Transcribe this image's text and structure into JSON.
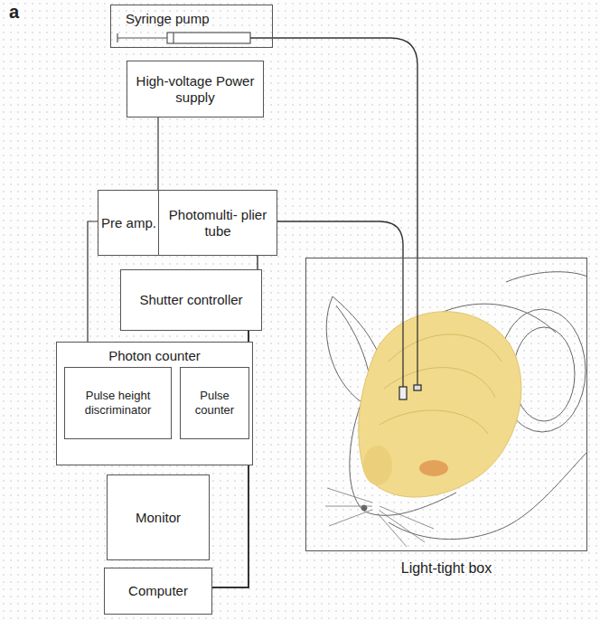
{
  "diagram": {
    "nodes": [
      {
        "text": [
          "Syringe pump"
        ]
      },
      {
        "text": [
          "High-voltage Power supply"
        ]
      },
      {
        "text": [
          "Pre amp."
        ]
      },
      {
        "text": [
          "Photomulti- plier tube"
        ]
      },
      {
        "text": [
          "Shutter controller"
        ]
      },
      {
        "text": [
          "Photon counter"
        ]
      },
      {
        "text": [
          "Pulse height discriminator"
        ],
        "in": 5
      },
      {
        "text": [
          "Pulse counter"
        ],
        "in": 5
      },
      {
        "text": [
          "Monitor"
        ]
      },
      {
        "text": [
          "Computer"
        ]
      },
      {
        "text": [
          "Light-tight box"
        ]
      }
    ],
    "edges": [
      {
        "from": 0,
        "to": 10,
        "arrow": "none"
      },
      {
        "from": 1,
        "to": 3,
        "arrow": "none"
      },
      {
        "from": 2,
        "to": 5,
        "arrow": "none"
      },
      {
        "from": 3,
        "to": 10,
        "arrow": "none"
      },
      {
        "from": 3,
        "to": 4,
        "arrow": "none"
      },
      {
        "from": 4,
        "to": 5,
        "arrow": "none"
      },
      {
        "from": 5,
        "to": 9,
        "arrow": "none"
      }
    ],
    "labels": [
      "a"
    ]
  }
}
